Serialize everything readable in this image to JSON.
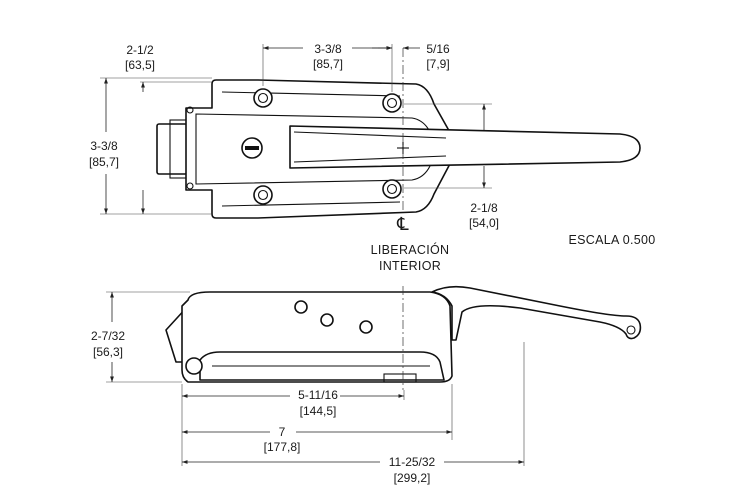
{
  "top_view": {
    "overall_width": {
      "fraction": "2-1/2",
      "metric": "[63,5]"
    },
    "height_left": {
      "fraction": "3-3/8",
      "metric": "[85,7]"
    },
    "hole_spacing": {
      "fraction": "3-3/8",
      "metric": "[85,7]"
    },
    "centerline_offset": {
      "fraction": "5/16",
      "metric": "[7,9]"
    },
    "handle_width": {
      "fraction": "2-1/8",
      "metric": "[54,0]"
    },
    "centerline_symbol": "℄",
    "release_label_line1": "LIBERACIÓN",
    "release_label_line2": "INTERIOR",
    "scale_label": "ESCALA 0.500"
  },
  "side_view": {
    "height": {
      "fraction": "2-7/32",
      "metric": "[56,3]"
    },
    "length_body": {
      "fraction": "5-11/16",
      "metric": "[144,5]"
    },
    "length_base": {
      "fraction": "7",
      "metric": "[177,8]"
    },
    "length_overall": {
      "fraction": "11-25/32",
      "metric": "[299,2]"
    }
  }
}
